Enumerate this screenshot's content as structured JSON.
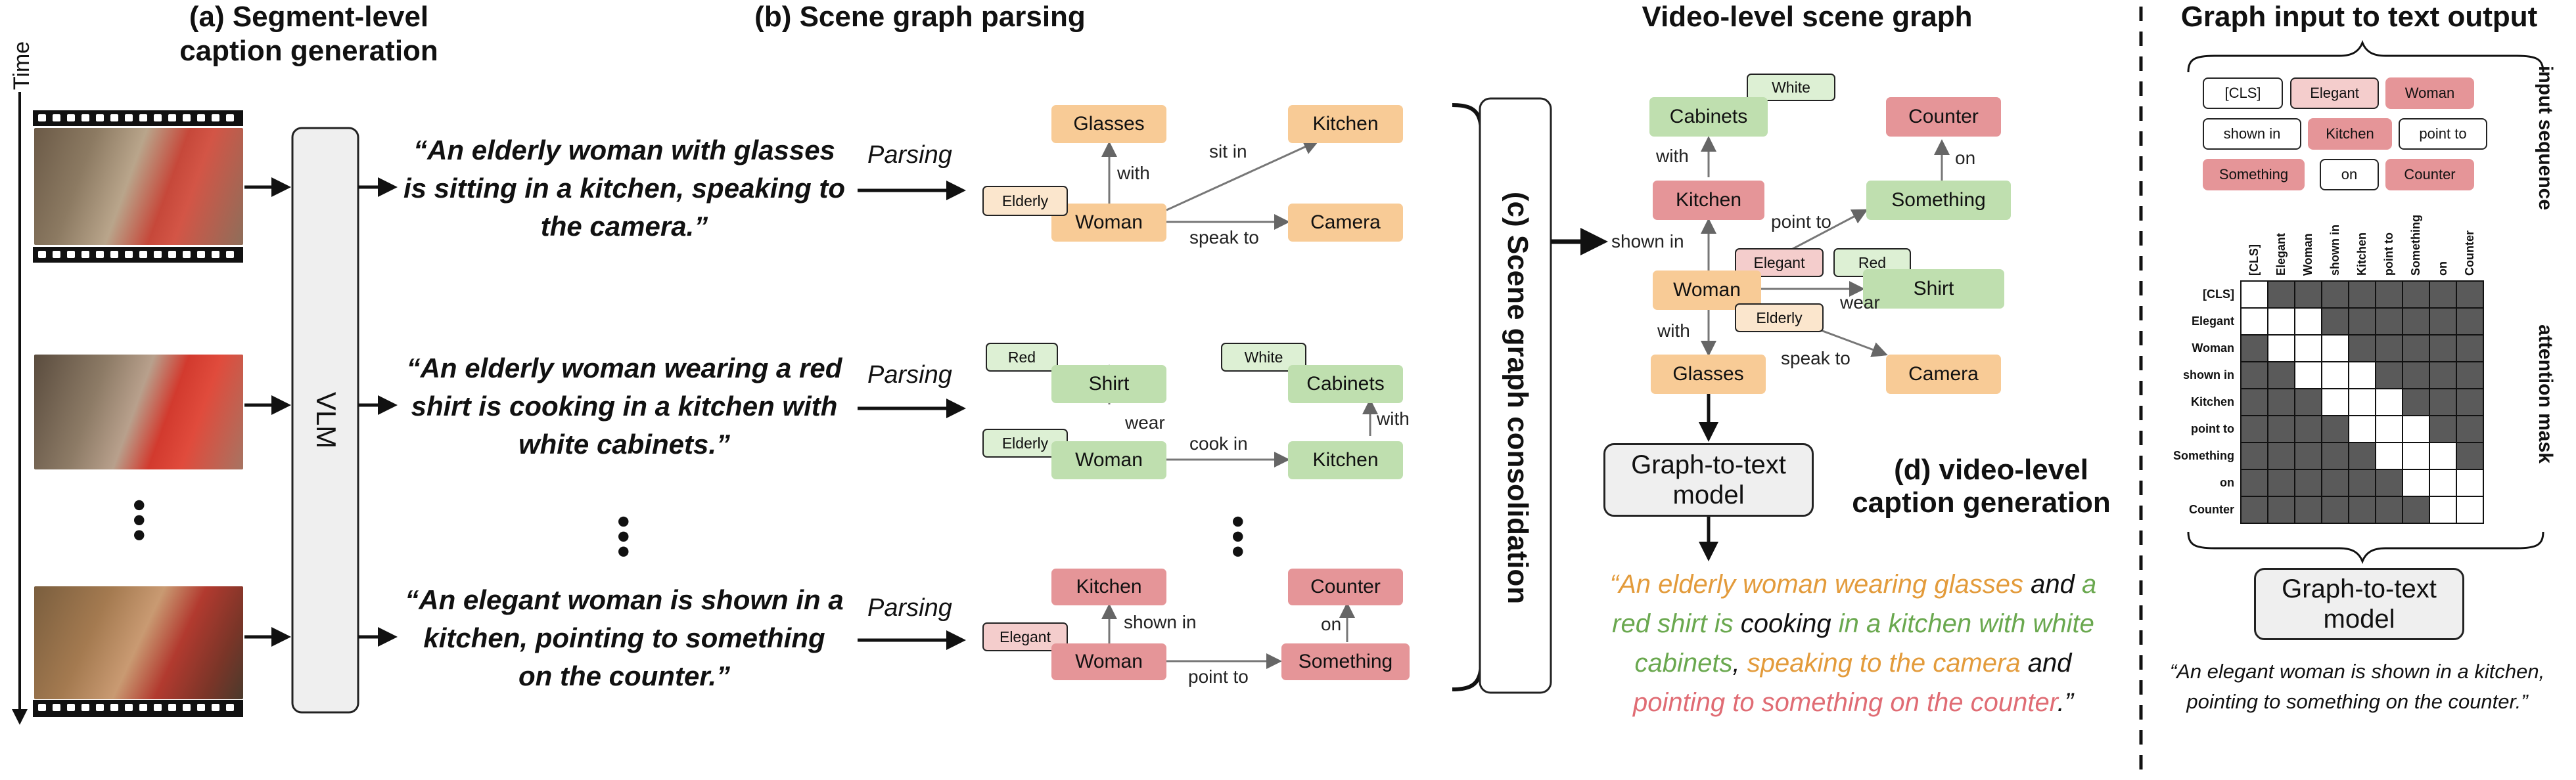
{
  "headings": {
    "a_line1": "(a) Segment-level",
    "a_line2": "caption generation",
    "b": "(b) Scene graph parsing",
    "video": "Video-level scene graph",
    "graph_io": "Graph input to text output",
    "c": "(c) Scene graph consolidation",
    "d_line1": "(d) video-level",
    "d_line2": "caption generation"
  },
  "time_label": "Time",
  "vlm_label": "VLM",
  "parsing_label": "Parsing",
  "captions": {
    "c1_l1": "“An elderly woman with glasses",
    "c1_l2": "is sitting in a kitchen, speaking to",
    "c1_l3": "the camera.”",
    "c2_l1": "“An elderly woman wearing a red",
    "c2_l2": "shirt is cooking in a kitchen with",
    "c2_l3": "white cabinets.”",
    "c3_l1": "“An elegant woman is shown in a",
    "c3_l2": "kitchen, pointing to something",
    "c3_l3": "on the counter.”"
  },
  "graph1": {
    "glasses": "Glasses",
    "kitchen": "Kitchen",
    "woman": "Woman",
    "camera": "Camera",
    "elderly": "Elderly",
    "with": "with",
    "sit_in": "sit in",
    "speak_to": "speak to"
  },
  "graph2": {
    "red": "Red",
    "shirt": "Shirt",
    "white": "White",
    "cabinets": "Cabinets",
    "elderly": "Elderly",
    "woman": "Woman",
    "kitchen": "Kitchen",
    "wear": "wear",
    "cook_in": "cook in",
    "with": "with"
  },
  "graph3": {
    "kitchen": "Kitchen",
    "counter": "Counter",
    "elegant": "Elegant",
    "woman": "Woman",
    "something": "Something",
    "shown_in": "shown in",
    "on": "on",
    "point_to": "point to"
  },
  "video_graph": {
    "white": "White",
    "cabinets": "Cabinets",
    "counter": "Counter",
    "with1": "with",
    "on": "on",
    "kitchen": "Kitchen",
    "something": "Something",
    "point_to": "point to",
    "shown_in": "shown in",
    "elegant": "Elegant",
    "red": "Red",
    "woman": "Woman",
    "shirt": "Shirt",
    "wear": "wear",
    "elderly": "Elderly",
    "with2": "with",
    "speak_to": "speak to",
    "glasses": "Glasses",
    "camera": "Camera"
  },
  "g2t_label_l1": "Graph-to-text",
  "g2t_label_l2": "model",
  "final_caption": {
    "p1": "“An elderly woman wearing glasses",
    "p2": " and ",
    "p3": "a",
    "p4": "red shirt is",
    "p5": " cooking ",
    "p6": "in a kitchen with white",
    "p7": "cabinets",
    "p8": ", ",
    "p9": "speaking to the camera",
    "p10": " and",
    "p11": "pointing to something on the counter",
    "p12": ".”"
  },
  "input_seq_label": "input sequence",
  "attn_mask_label": "attention mask",
  "tokens": [
    "[CLS]",
    "Elegant",
    "Woman",
    "shown in",
    "Kitchen",
    "point to",
    "Something",
    "on",
    "Counter"
  ],
  "mask_rows": [
    "011111111",
    "000111111",
    "100011111",
    "110001111",
    "111000111",
    "111100011",
    "111110001",
    "111111000",
    "111111100"
  ],
  "output_caption_l1": "“An elegant woman is shown in a kitchen,",
  "output_caption_l2": "pointing to something on the counter.”",
  "colors": {
    "orange": "#F8CB96",
    "green": "#BFDFAF",
    "red": "#E59598",
    "text_orange": "#E39B3B",
    "text_green": "#6AA84F",
    "text_red": "#E06C74",
    "mask_dark": "#5A5A5A"
  }
}
